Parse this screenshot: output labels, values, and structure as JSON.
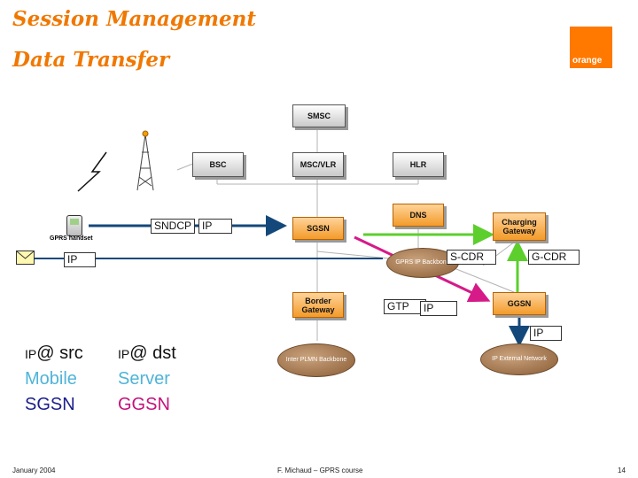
{
  "title": {
    "line1": "Session Management",
    "line2": "Data Transfer"
  },
  "logo": {
    "brand": "orange",
    "color": "#ff7900"
  },
  "nodes": {
    "smsc": "SMSC",
    "bsc": "BSC",
    "msc_vlr": "MSC/VLR",
    "hlr": "HLR",
    "dns": "DNS",
    "sgsn": "SGSN",
    "charging_gateway": "Charging Gateway",
    "gprs_backbone": "GPRS IP Backbone",
    "border_gateway": "Border Gateway",
    "ggsn": "GGSN",
    "inter_plmn": "Inter PLMN Backbone",
    "external_network": "IP External Network",
    "handset": "GPRS handset"
  },
  "labels": {
    "sndcp": "SNDCP",
    "ip_top": "IP",
    "ip_left": "IP",
    "scdr": "S-CDR",
    "gcdr": "G-CDR",
    "gtp": "GTP",
    "ip_gtp": "IP",
    "ip_right": "IP"
  },
  "addresses": {
    "src_header": {
      "prefix": "IP",
      "text": "@ src"
    },
    "dst_header": {
      "prefix": "IP",
      "text": "@ dst"
    },
    "row1_src": "Mobile",
    "row1_dst": "Server",
    "row2_src": "SGSN",
    "row2_dst": "GGSN"
  },
  "colors": {
    "accent": "#f07800",
    "mobile_server": "#4fb4d8",
    "sgsn_text": "#1b1f8a",
    "ggsn_text": "#c4127a",
    "arrow_blue": "#14487a",
    "arrow_green": "#5ccf2c",
    "arrow_magenta": "#d61a88"
  },
  "footer": {
    "date": "January 2004",
    "author": "F. Michaud – GPRS course",
    "page": "14"
  }
}
